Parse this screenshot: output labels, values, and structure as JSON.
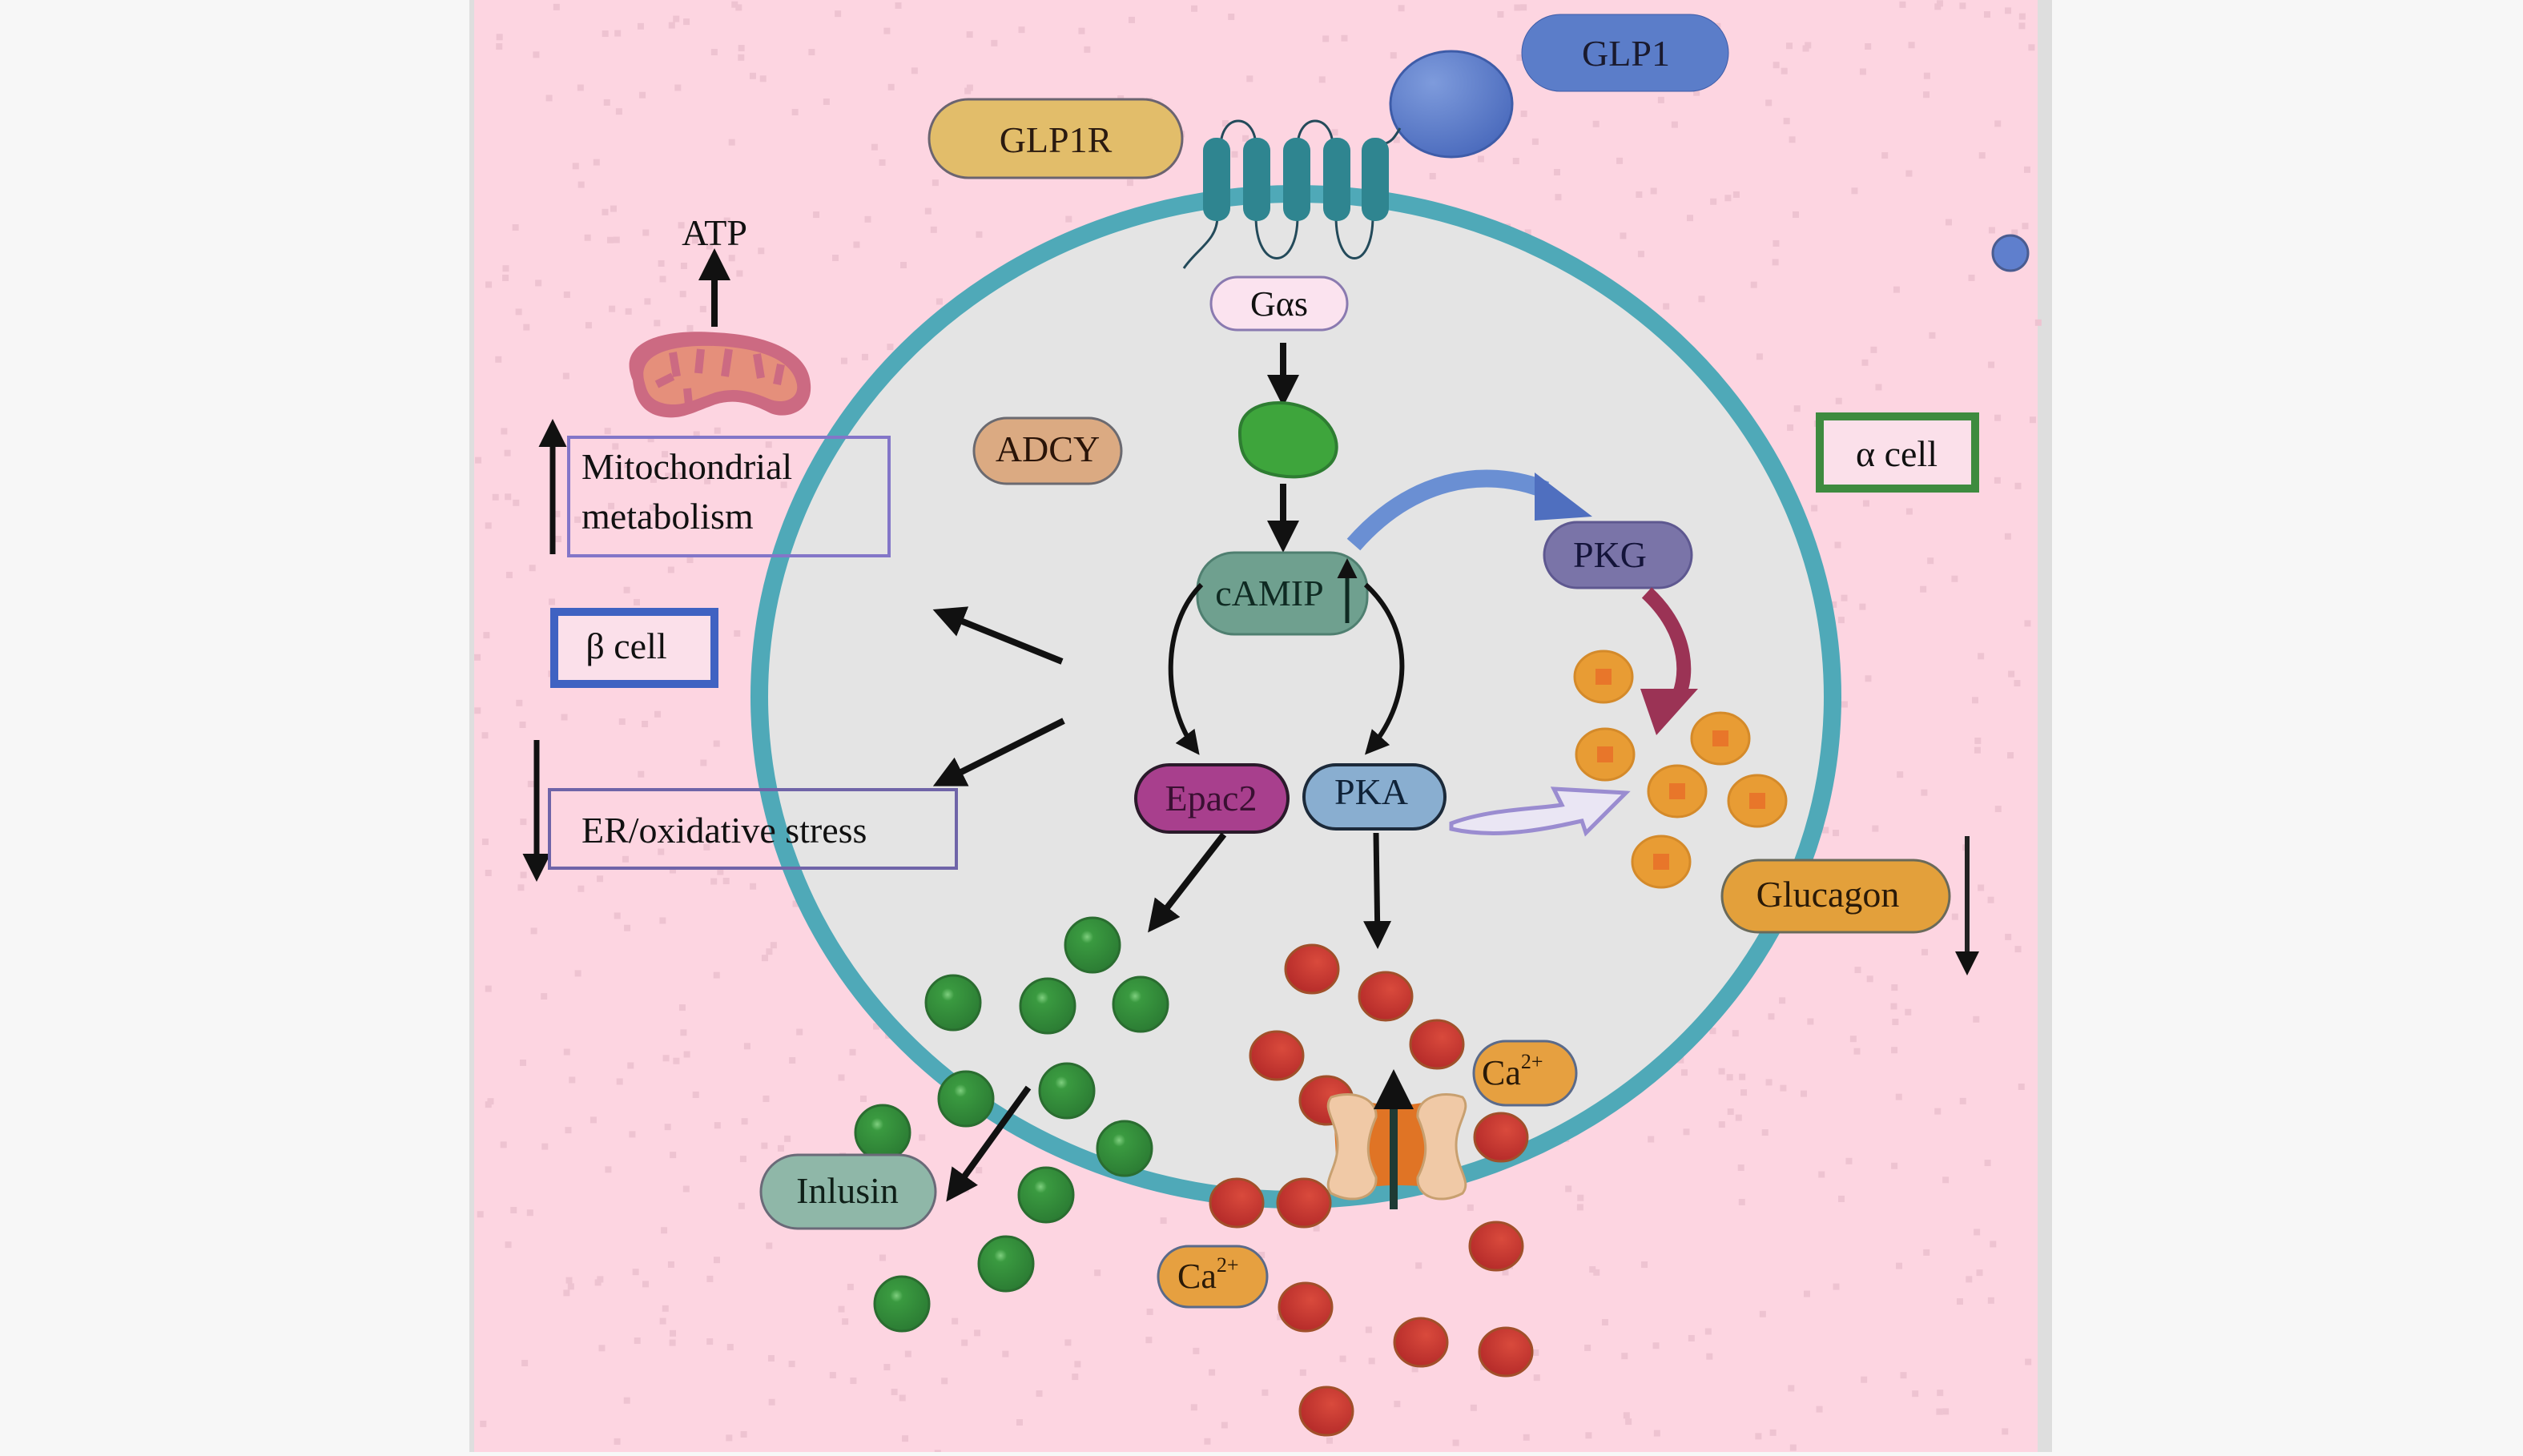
{
  "diagram": {
    "title": "GLP1 / GLP1R signaling in pancreatic beta and alpha cells",
    "colors": {
      "background": "#f7f7f7",
      "panel": "#fdd5e1",
      "cell_fill": "#e4e4e4",
      "membrane": "#4fa9b8",
      "receptor": "#2f8590",
      "glp1": "#5b7dc9",
      "glp1r_label": "#e2bd6a",
      "camip": "#6fa08f",
      "epac2": "#a83f8d",
      "pka": "#89aed0",
      "pkg": "#7a74a8",
      "adcy": "#dbaa82",
      "insulin_granule": "#3a8f3e",
      "calcium_ion": "#c0312e",
      "glucagon_granule": "#e89c34",
      "glucagon_label": "#e3a03b",
      "inlusin_label": "#8fb7a8",
      "ca_label": "#e6a040",
      "beta_box": "#3f62c2",
      "alpha_box": "#3e8b3f",
      "mito": "#e0847a",
      "gas_protein": "#3ea53c"
    },
    "labels": {
      "glp1": "GLP1",
      "glp1r": "GLP1R",
      "gas": "Gαs",
      "atp": "ATP",
      "adcy": "ADCY",
      "camip": "cAMIP",
      "pkg": "PKG",
      "epac2": "Epac2",
      "pka": "PKA",
      "alpha_cell": "α cell",
      "beta_cell": "β cell",
      "mito_line1": "Mitochondrial",
      "mito_line2": "metabolism",
      "er_stress": "ER/oxidative stress",
      "glucagon": "Glucagon",
      "inlusin": "Inlusin",
      "ca_base": "Ca",
      "ca_sup": "2+"
    },
    "indicators": {
      "mitochondrial_metabolism": "increase",
      "er_oxidative_stress": "decrease",
      "camip": "increase",
      "glucagon": "decrease",
      "atp": "increase"
    }
  }
}
